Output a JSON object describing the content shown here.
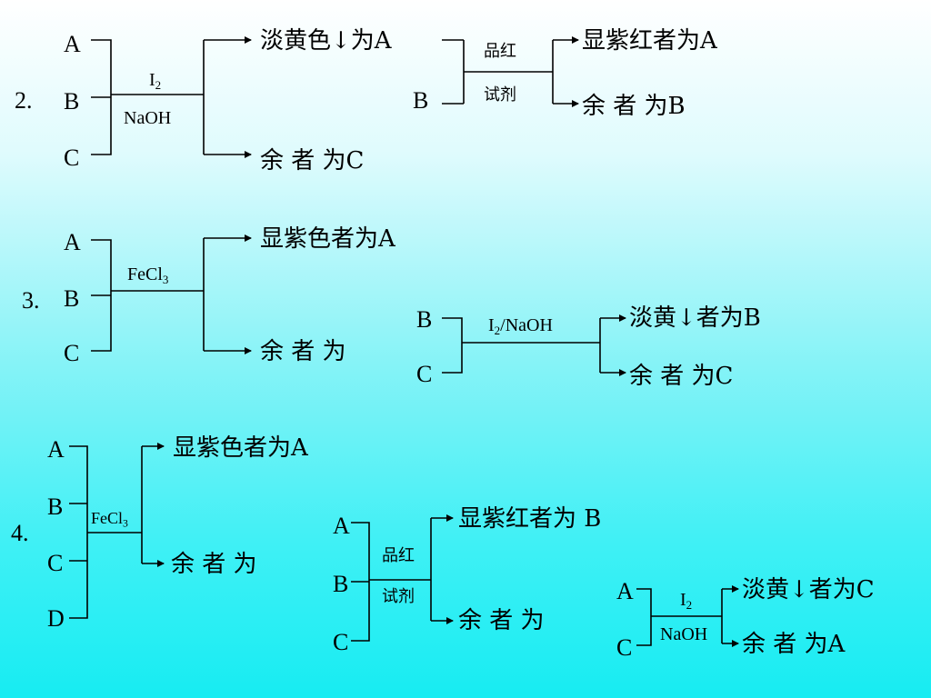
{
  "problem2": {
    "number": "2.",
    "items": [
      "A",
      "B",
      "C"
    ],
    "reagent1": {
      "top": "I",
      "top_sub": "2",
      "bottom": "NaOH"
    },
    "result_a": "淡黄色↓为A",
    "result_rest": {
      "prefix": "余 者 为",
      "letter": "C"
    },
    "group2_item": "B",
    "reagent2": {
      "top": "品红",
      "bottom": "试剂"
    },
    "result_a2": "显紫红者为A",
    "result_rest2": {
      "prefix": "余 者 为",
      "letter": "B"
    }
  },
  "problem3": {
    "number": "3.",
    "items": [
      "A",
      "B",
      "C"
    ],
    "reagent1": {
      "text": "FeCl",
      "sub": "3"
    },
    "result_a": "显紫色者为A",
    "result_rest": "余 者 为",
    "group2_items": [
      "B",
      "C"
    ],
    "reagent2": {
      "pre": "I",
      "sub": "2",
      "post": "/NaOH"
    },
    "result_b": "淡黄↓者为B",
    "result_rest2": {
      "prefix": "余 者 为",
      "letter": "C"
    }
  },
  "problem4": {
    "number": "4.",
    "items": [
      "A",
      "B",
      "C",
      "D"
    ],
    "reagent1": {
      "text": "FeCl",
      "sub": "3"
    },
    "result_a": "显紫色者为A",
    "result_rest": "余 者 为",
    "group2_items": [
      "A",
      "B",
      "C"
    ],
    "reagent2": {
      "top": "品红",
      "bottom": "试剂"
    },
    "result_b": "显紫红者为 B",
    "result_rest2": "余 者 为",
    "group3_items": [
      "A",
      "C"
    ],
    "reagent3": {
      "top": "I",
      "top_sub": "2",
      "bottom": "NaOH"
    },
    "result_c": "淡黄↓者为C",
    "result_rest3": {
      "prefix": "余 者 为",
      "letter": "A"
    }
  }
}
